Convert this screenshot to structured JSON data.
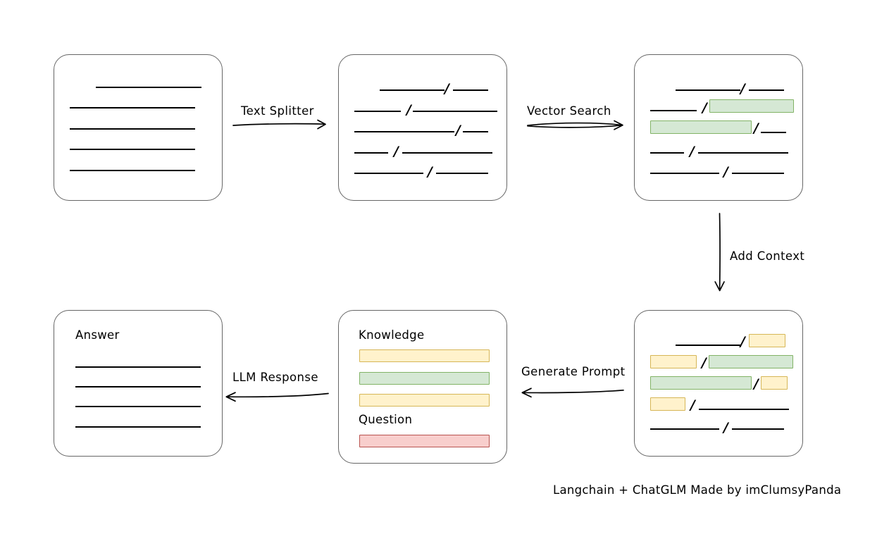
{
  "diagram": {
    "title_note": "Langchain + ChatGLM Made by imClumsyPanda",
    "colors": {
      "green_fill": "#d5e8d4",
      "green_stroke": "#82b366",
      "yellow_fill": "#fff2cc",
      "yellow_stroke": "#d6b656",
      "red_fill": "#f8cecc",
      "red_stroke": "#b85450",
      "box_stroke": "#666666",
      "line_stroke": "#000000",
      "background": "#ffffff"
    },
    "nodes": {
      "source_document": {
        "label": "",
        "rows": [
          {
            "segments": [
              {
                "type": "line",
                "width": 150
              }
            ],
            "indent": 59
          },
          {
            "segments": [
              {
                "type": "line",
                "width": 178
              }
            ],
            "indent": 22
          },
          {
            "segments": [
              {
                "type": "line",
                "width": 178
              }
            ],
            "indent": 22
          },
          {
            "segments": [
              {
                "type": "line",
                "width": 178
              }
            ],
            "indent": 22
          },
          {
            "segments": [
              {
                "type": "line",
                "width": 178
              }
            ],
            "indent": 22
          }
        ]
      },
      "split_chunks": {
        "label": "",
        "rows": [
          {
            "indent": 66,
            "segments": [
              {
                "type": "line",
                "width": 90
              },
              {
                "type": "slash"
              },
              {
                "type": "line",
                "width": 50
              }
            ]
          },
          {
            "indent": 22,
            "segments": [
              {
                "type": "line",
                "width": 64
              },
              {
                "type": "slash"
              },
              {
                "type": "line",
                "width": 118
              }
            ]
          },
          {
            "indent": 22,
            "segments": [
              {
                "type": "line",
                "width": 140
              },
              {
                "type": "slash"
              },
              {
                "type": "line",
                "width": 36
              }
            ]
          },
          {
            "indent": 22,
            "segments": [
              {
                "type": "line",
                "width": 46
              },
              {
                "type": "slash"
              },
              {
                "type": "line",
                "width": 128
              }
            ]
          },
          {
            "indent": 22,
            "segments": [
              {
                "type": "line",
                "width": 96
              },
              {
                "type": "slash"
              },
              {
                "type": "line",
                "width": 74
              }
            ]
          }
        ]
      },
      "retrieved_chunks": {
        "label": "",
        "rows": [
          {
            "indent": 66,
            "segments": [
              {
                "type": "line",
                "width": 90
              },
              {
                "type": "slash"
              },
              {
                "type": "line",
                "width": 50
              }
            ]
          },
          {
            "indent": 22,
            "segments": [
              {
                "type": "line",
                "width": 64
              },
              {
                "type": "slash"
              },
              {
                "type": "chip",
                "color": "green",
                "width": 118
              }
            ]
          },
          {
            "indent": 22,
            "segments": [
              {
                "type": "chip",
                "color": "green",
                "width": 140
              },
              {
                "type": "slash"
              },
              {
                "type": "line",
                "width": 36
              }
            ]
          },
          {
            "indent": 22,
            "segments": [
              {
                "type": "line",
                "width": 46
              },
              {
                "type": "slash"
              },
              {
                "type": "line",
                "width": 128
              }
            ]
          },
          {
            "indent": 22,
            "segments": [
              {
                "type": "line",
                "width": 96
              },
              {
                "type": "slash"
              },
              {
                "type": "line",
                "width": 74
              }
            ]
          }
        ]
      },
      "context_chunks": {
        "label": "",
        "rows": [
          {
            "indent": 66,
            "segments": [
              {
                "type": "line",
                "width": 90
              },
              {
                "type": "slash"
              },
              {
                "type": "chip",
                "color": "yellow",
                "width": 50
              }
            ]
          },
          {
            "indent": 22,
            "segments": [
              {
                "type": "chip",
                "color": "yellow",
                "width": 64
              },
              {
                "type": "slash"
              },
              {
                "type": "chip",
                "color": "green",
                "width": 118
              }
            ]
          },
          {
            "indent": 22,
            "segments": [
              {
                "type": "chip",
                "color": "green",
                "width": 140
              },
              {
                "type": "slash"
              },
              {
                "type": "chip",
                "color": "yellow",
                "width": 36
              }
            ]
          },
          {
            "indent": 22,
            "segments": [
              {
                "type": "chip",
                "color": "yellow",
                "width": 46
              },
              {
                "type": "slash"
              },
              {
                "type": "line",
                "width": 128
              }
            ]
          },
          {
            "indent": 22,
            "segments": [
              {
                "type": "line",
                "width": 96
              },
              {
                "type": "slash"
              },
              {
                "type": "line",
                "width": 74
              }
            ]
          }
        ]
      },
      "prompt": {
        "knowledge_label": "Knowledge",
        "question_label": "Question",
        "knowledge_bars": [
          {
            "color": "yellow",
            "width": 185
          },
          {
            "color": "green",
            "width": 185
          },
          {
            "color": "yellow",
            "width": 185
          }
        ],
        "question_bars": [
          {
            "color": "red",
            "width": 185
          }
        ]
      },
      "answer": {
        "label": "Answer",
        "rows": [
          {
            "indent": 30,
            "segments": [
              {
                "type": "line",
                "width": 178
              }
            ]
          },
          {
            "indent": 30,
            "segments": [
              {
                "type": "line",
                "width": 178
              }
            ]
          },
          {
            "indent": 30,
            "segments": [
              {
                "type": "line",
                "width": 178
              }
            ]
          },
          {
            "indent": 30,
            "segments": [
              {
                "type": "line",
                "width": 178
              }
            ]
          }
        ]
      }
    },
    "edges": [
      {
        "id": "text-splitter",
        "label": "Text Splitter",
        "direction": "right"
      },
      {
        "id": "vector-search",
        "label": "Vector Search",
        "direction": "right"
      },
      {
        "id": "add-context",
        "label": "Add Context",
        "direction": "down"
      },
      {
        "id": "generate-prompt",
        "label": "Generate Prompt",
        "direction": "left"
      },
      {
        "id": "llm-response",
        "label": "LLM Response",
        "direction": "left"
      }
    ]
  }
}
